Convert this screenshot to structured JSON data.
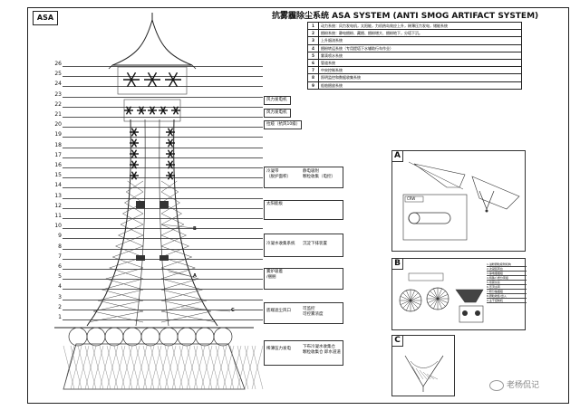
{
  "header": {
    "logo_label": "ASA",
    "title": "抗雾霾除尘系统 ASA SYSTEM (ANTI SMOG ARTIFACT SYSTEM)"
  },
  "legend": [
    {
      "num": "1",
      "text": "动力系统：风力发电机，太阳能，力机热岛效应上升，稀薄压力发电，储能系统"
    },
    {
      "num": "2",
      "text": "捆粉系统：静电捆粉、藏捆、捆粉增大、捆粉地下，分塔下沉。"
    },
    {
      "num": "3",
      "text": "上升烟流系统"
    },
    {
      "num": "4",
      "text": "捆粉转运系统（专用提塔下水辅助行车作业）"
    },
    {
      "num": "5",
      "text": "雾滴喷水系统"
    },
    {
      "num": "6",
      "text": "管道系统"
    },
    {
      "num": "7",
      "text": "中央控制系统"
    },
    {
      "num": "8",
      "text": "照明监控和数据收集系统"
    },
    {
      "num": "9",
      "text": "船舶捆放系统"
    }
  ],
  "levels": [
    "26",
    "25",
    "24",
    "23",
    "22",
    "21",
    "20",
    "19",
    "18",
    "17",
    "16",
    "15",
    "14",
    "13",
    "12",
    "11",
    "10",
    "9",
    "8",
    "7",
    "6",
    "5",
    "4",
    "3",
    "2",
    "1"
  ],
  "annotations": {
    "wind_gen_1": "风力发电机",
    "wind_gen_2": "风力发电机",
    "cable": "拉缆（抗风10级）",
    "spray_zone": "冷凝带\n（脱护面积）",
    "electrostatic": "静电吸附\n颗粒收集（电控）",
    "solar": "太阳能板",
    "water_collect": "冷凝水收集系统",
    "sediment": "沉淀下排装置",
    "particle_filter": "雾炉吸着\n/捆捆",
    "air_inlet": "底端滤尘风口",
    "smog_density": "可监控\n可控雾浓度",
    "pressure_gen": "稀薄压力发电",
    "water_drain": "下布冷凝水收集仓\n颗粒收集仓 即水道道"
  },
  "markers": {
    "a": "A",
    "b": "B",
    "c": "C"
  },
  "panels": {
    "a": {
      "letter": "A",
      "label": "CRW"
    },
    "b": {
      "letter": "B",
      "notes": [
        "1.进粉颗粒吸附机构",
        "2.次凝区转台",
        "3.静电捆捆组",
        "4.特殊介质分离组",
        "5.喷雾仪系",
        "6.压流主转",
        "7.粉分抽捆组",
        "8.颗粒收集/出入",
        "9.主干控制机"
      ]
    },
    "c": {
      "letter": "C"
    }
  },
  "watermark": {
    "text": "老杨侃记"
  }
}
